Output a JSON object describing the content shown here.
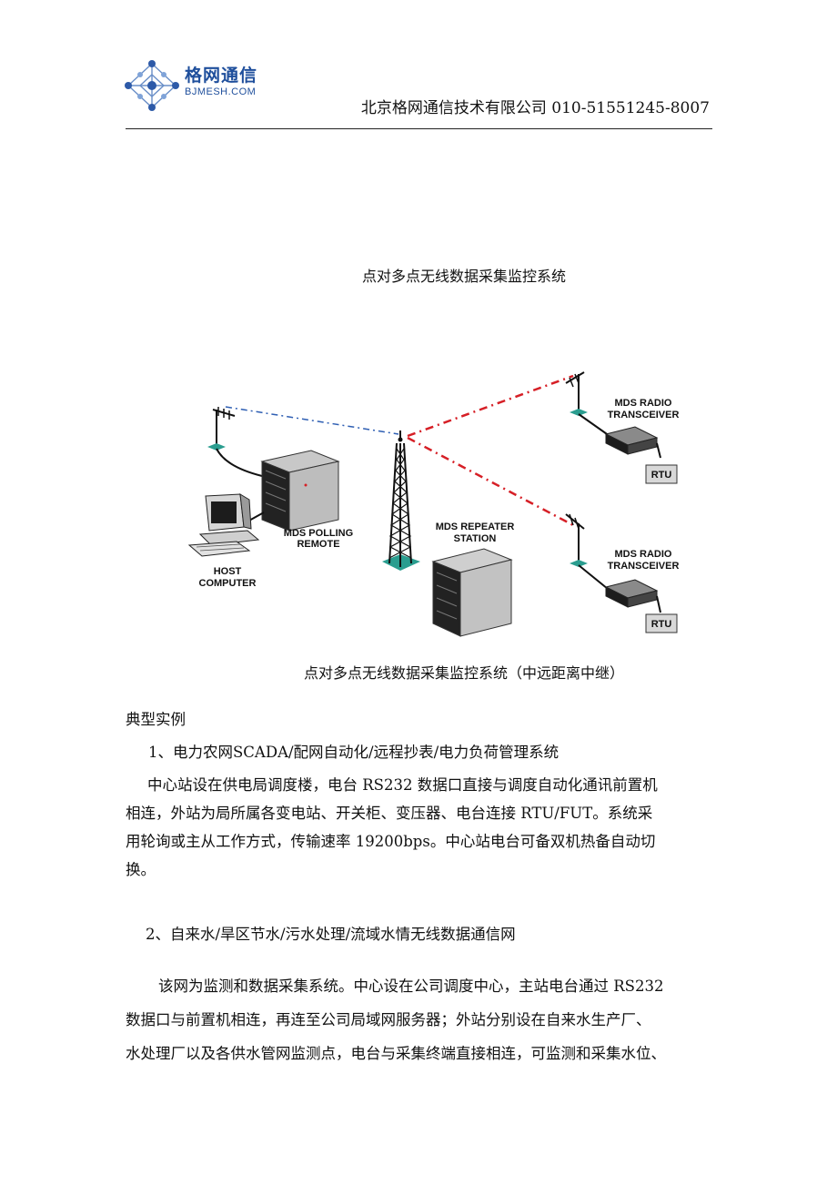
{
  "header": {
    "logo_name": "格网通信",
    "logo_url": "BJMESH.COM",
    "company_line": "北京格网通信技术有限公司 010-51551245-8007"
  },
  "title": "点对多点无线数据采集监控系统",
  "diagram": {
    "labels": {
      "mds_radio_1": "MDS RADIO",
      "transceiver_1": "TRANSCEIVER",
      "rtu_1": "RTU",
      "mds_radio_2": "MDS RADIO",
      "transceiver_2": "TRANSCEIVER",
      "rtu_2": "RTU",
      "polling_1": "MDS POLLING",
      "polling_2": "REMOTE",
      "repeater_1": "MDS REPEATER",
      "repeater_2": "STATION",
      "host_1": "HOST",
      "host_2": "COMPUTER"
    }
  },
  "caption": "点对多点无线数据采集监控系统（中远距离中继）",
  "section_title": "典型实例",
  "items": [
    {
      "heading": "1、电力农网SCADA/配网自动化/远程抄表/电力负荷管理系统",
      "lines": [
        "中心站设在供电局调度楼，电台 RS232 数据口直接与调度自动化通讯前置机",
        "相连，外站为局所属各变电站、开关柜、变压器、电台连接 RTU/FUT。系统采",
        "用轮询或主从工作方式，传输速率 19200bps。中心站电台可备双机热备自动切",
        "换。"
      ]
    },
    {
      "heading": "2、自来水/旱区节水/污水处理/流域水情无线数据通信网",
      "lines": [
        "该网为监测和数据采集系统。中心设在公司调度中心，主站电台通过 RS232",
        "数据口与前置机相连，再连至公司局域网服务器；外站分别设在自来水生产厂、",
        "水处理厂以及各供水管网监测点，电台与采集终端直接相连，可监测和采集水位、"
      ]
    }
  ]
}
